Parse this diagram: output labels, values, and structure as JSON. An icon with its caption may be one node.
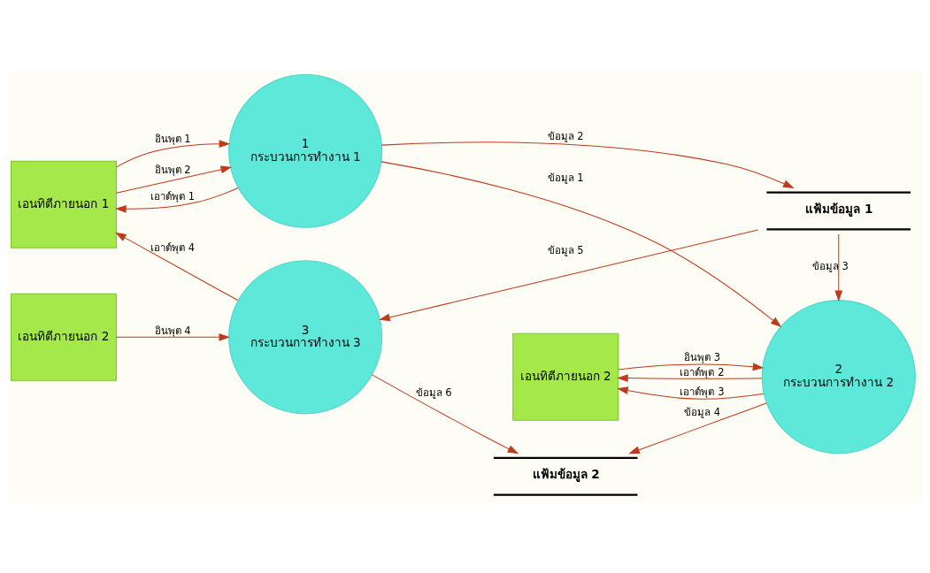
{
  "diagram": {
    "nodes": [
      {
        "text": [
          "เอนทิตีภายนอก 1"
        ]
      },
      {
        "text": [
          "1",
          "กระบวนการทำงาน 1"
        ]
      },
      {
        "text": [
          "2",
          "กระบวนการทำงาน 2"
        ]
      },
      {
        "text": [
          "เอนทิตีภายนอก 2"
        ]
      },
      {
        "text": [
          "แฟ้มข้อมูล 1"
        ]
      },
      {
        "text": [
          "แฟ้มข้อมูล 2"
        ]
      },
      {
        "text": [
          "เอนทิตีภายนอก 2"
        ]
      },
      {
        "text": [
          "3",
          "กระบวนการทำงาน 3"
        ]
      }
    ],
    "edges": [
      {
        "from": 0,
        "to": 1,
        "arrow": "to",
        "label": "อินพุต 1"
      },
      {
        "from": 0,
        "to": 1,
        "arrow": "to",
        "label": "อินพุต 2"
      },
      {
        "from": 1,
        "to": 0,
        "arrow": "to",
        "label": "เอาต์พุต 1"
      },
      {
        "from": 1,
        "to": 2,
        "arrow": "to",
        "label": "ข้อมูล 1"
      },
      {
        "from": 3,
        "to": 2,
        "arrow": "to",
        "label": "อินพุต 3"
      },
      {
        "from": 2,
        "to": 3,
        "arrow": "to",
        "label": "เอาต์พุต 2"
      },
      {
        "from": 2,
        "to": 3,
        "arrow": "to",
        "label": "เอาต์พุต 3"
      },
      {
        "from": 1,
        "to": 4,
        "arrow": "to",
        "label": "ข้อมูล 2"
      },
      {
        "from": 4,
        "to": 2,
        "arrow": "to",
        "label": "ข้อมูล 3"
      },
      {
        "from": 2,
        "to": 5,
        "arrow": "to",
        "label": "ข้อมูล 4"
      },
      {
        "from": 4,
        "to": 7,
        "arrow": "to",
        "label": "ข้อมูล 5"
      },
      {
        "from": 7,
        "to": 0,
        "arrow": "to",
        "label": "เอาต์พุต 4"
      },
      {
        "from": 6,
        "to": 7,
        "arrow": "to",
        "label": "อินพุต 4"
      },
      {
        "from": 7,
        "to": 5,
        "arrow": "to",
        "label": "ข้อมูล 6"
      }
    ]
  }
}
